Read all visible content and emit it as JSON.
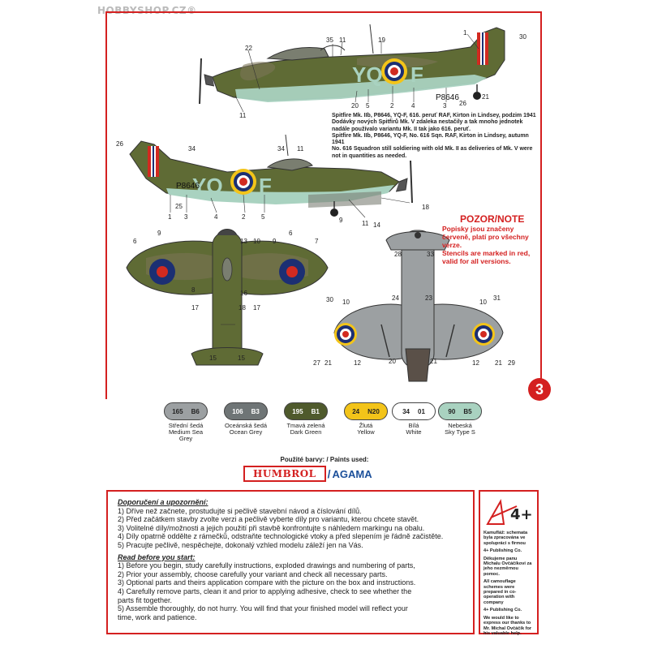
{
  "watermark": "HOBBYSHOP.CZ®",
  "page_number": "3",
  "caption": {
    "cz_title": "Spitfire Mk. IIb, P8646, YQ-F, 616. peruť RAF, Kirton in Lindsey, podzim 1941",
    "cz_text": "Dodávky nových Spitfirů Mk. V zdaleka nestačily a tak mnoho jednotek nadále používalo variantu Mk. II tak jako 616. peruť.",
    "en_title": "Spitfire Mk. IIb, P8646, YQ-F, No. 616 Sqn. RAF, Kirton in Lindsey, autumn 1941",
    "en_text": "No. 616 Squadron still soldiering with old Mk. II as deliveries of Mk. V were not in quantities as needed."
  },
  "markings": {
    "code_letters_left": "YQ",
    "code_letter_right": "F",
    "serial": "P8646"
  },
  "note": {
    "title": "POZOR/NOTE",
    "lines": [
      "Popisky jsou značeny",
      "červeně, platí pro všechny",
      "verze.",
      "Stencils are marked in red,",
      "valid for all versions."
    ]
  },
  "callouts": {
    "top": [
      "35",
      "11",
      "19",
      "1",
      "30",
      "22",
      "20",
      "5",
      "2",
      "4",
      "3",
      "26",
      "21",
      "11"
    ],
    "mid": [
      "26",
      "34",
      "34",
      "11",
      "25",
      "1",
      "3",
      "4",
      "2",
      "5",
      "9",
      "11",
      "14",
      "18"
    ],
    "upper_view": [
      "6",
      "9",
      "13",
      "10",
      "9",
      "6",
      "7",
      "8",
      "16",
      "17",
      "18",
      "17",
      "15",
      "15"
    ],
    "lower_view": [
      "28",
      "33",
      "30",
      "10",
      "24",
      "23",
      "10",
      "31",
      "27",
      "21",
      "12",
      "20",
      "21",
      "12",
      "21",
      "29"
    ]
  },
  "colors": [
    {
      "code_a": "165",
      "code_b": "B6",
      "name_cz": "Střední šedá",
      "name_en": "Medium Sea Grey",
      "hex": "#9ca0a2",
      "text": "#222222"
    },
    {
      "code_a": "106",
      "code_b": "B3",
      "name_cz": "Oceánská šedá",
      "name_en": "Ocean Grey",
      "hex": "#6f7576",
      "text": "#ffffff"
    },
    {
      "code_a": "195",
      "code_b": "B1",
      "name_cz": "Tmavá zelená",
      "name_en": "Dark Green",
      "hex": "#4f5a2c",
      "text": "#ffffff"
    },
    {
      "code_a": "24",
      "code_b": "N20",
      "name_cz": "Žlutá",
      "name_en": "Yellow",
      "hex": "#f3c419",
      "text": "#222222"
    },
    {
      "code_a": "34",
      "code_b": "01",
      "name_cz": "Bílá",
      "name_en": "White",
      "hex": "#ffffff",
      "text": "#222222"
    },
    {
      "code_a": "90",
      "code_b": "B5",
      "name_cz": "Nebeská",
      "name_en": "Sky Type S",
      "hex": "#a9d2c0",
      "text": "#222222"
    }
  ],
  "paints": {
    "heading": "Použité barvy: / Paints used:",
    "brand1": "HUMBROL",
    "slash": "/",
    "brand2": "AGAMA"
  },
  "instructions": {
    "cz_heading": "Doporučení a upozornění:",
    "cz_items": [
      "1)  Dříve než začnete, prostudujte si pečlivě stavební návod a číslování dílů.",
      "2)  Před začátkem stavby zvolte verzi a pečlivě vyberte díly pro variantu, kterou chcete stavět.",
      "3)  Volitelné díly/možnosti a jejich použití při stavbě konfrontujte s náhledem markingu na obalu.",
      "4)  Díly opatrně oddělte z rámečků, odstraňte technologické vtoky a před slepením je řádně začistěte.",
      "5)  Pracujte pečlivě, nespěchejte, dokonalý vzhled modelu záleží jen na Vás."
    ],
    "en_heading": "Read before you start:",
    "en_items": [
      "1)  Before you begin, study carefully instructions, exploded drawings and numbering of  parts,",
      "2)  Prior your assembly, choose carefully your variant and check all necessary parts.",
      "3)  Optional parts and theirs application compare with the picture on the box and instructions.",
      "4)  Carefully remove parts, clean it and prior to applying adhesive, check to see whether the",
      "      parts fit together.",
      "5)  Assemble thoroughly, do not hurry. You will find that your finished model will reflect your",
      "      time, work and patience."
    ]
  },
  "credits": {
    "p1": "Kamufláž: schemata byla zpracována ve spolupráci s firmou",
    "p2": "4+ Publishing Co.",
    "p3": "Děkujeme panu Michalu Ovčáčíkovi za jeho nezměrnou pomoc.",
    "p4": "All camouflage schemes were prepared in co-operation with company",
    "p5": "4+ Publishing Co.",
    "p6": "We would like to express our thanks to Mr. Michal Ovčáčík for his valuable help.",
    "logo_text": "4+"
  }
}
